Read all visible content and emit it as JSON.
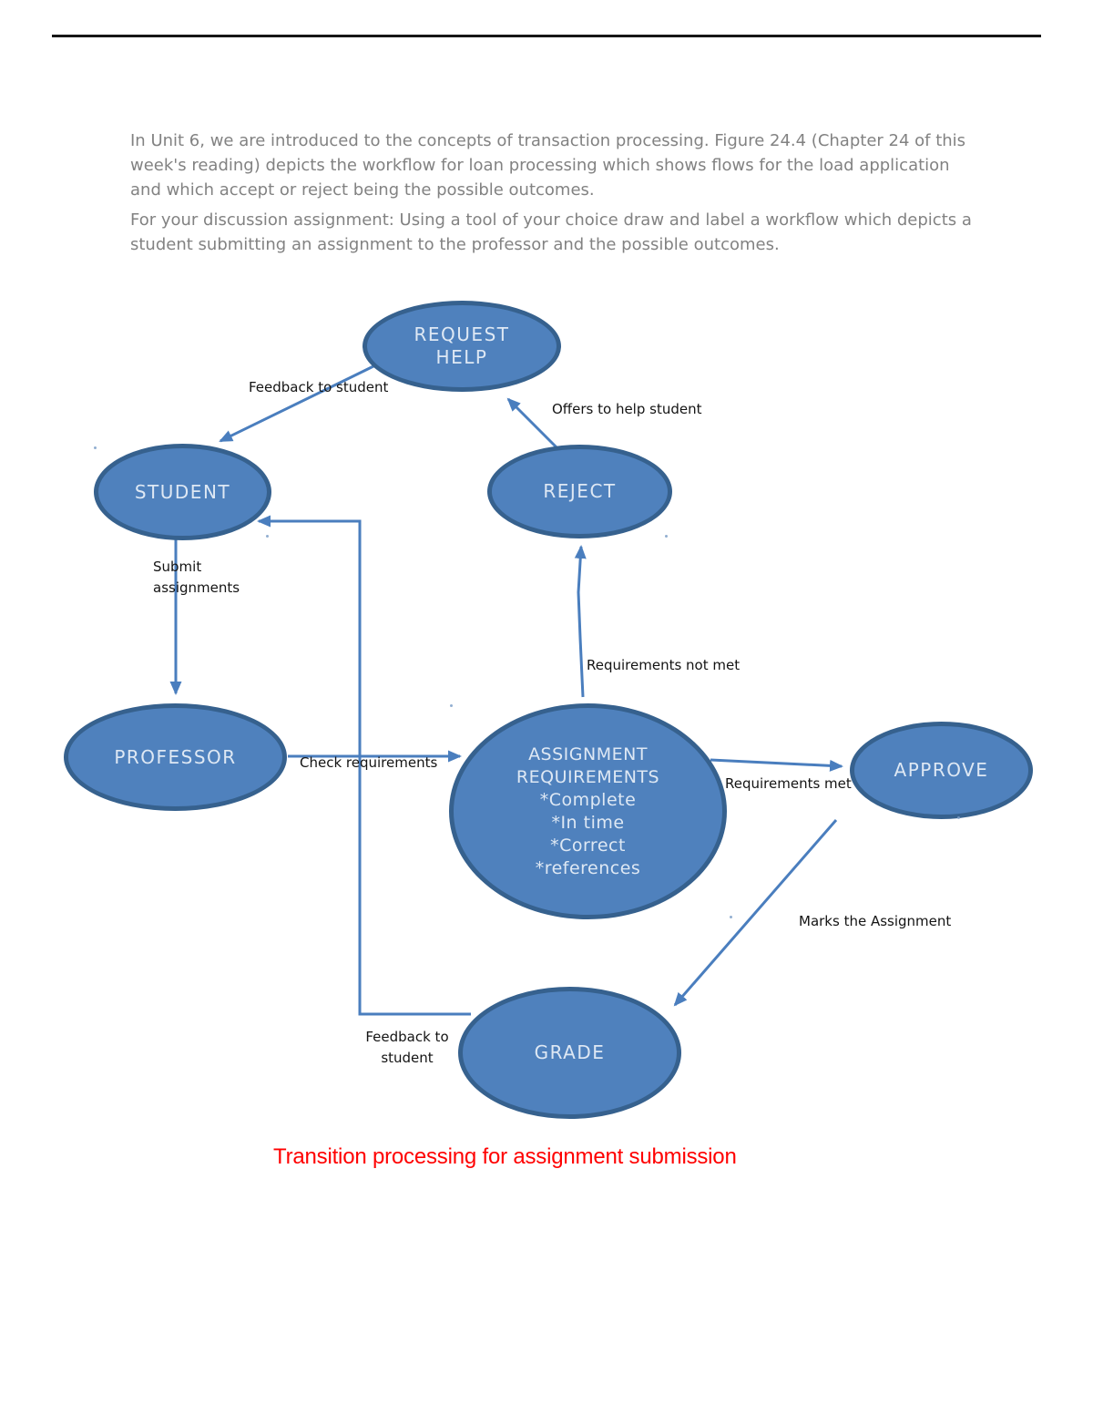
{
  "document": {
    "paragraph_1": "In Unit 6, we are introduced to the concepts of transaction processing. Figure 24.4 (Chapter 24 of this week's reading) depicts the workflow for loan processing which shows flows for the load application and which accept or reject being the possible outcomes.",
    "paragraph_2": "For your discussion assignment: Using a tool of your choice draw and label a workflow which depicts a student submitting an assignment to the professor and the possible outcomes.",
    "caption": "Transition processing for assignment submission"
  },
  "diagram": {
    "nodes": {
      "request_help": "REQUEST\nHELP",
      "student": "STUDENT",
      "reject": "REJECT",
      "professor": "PROFESSOR",
      "assignment_requirements": "ASSIGNMENT\nREQUIREMENTS\n*Complete\n*In time\n*Correct\n*references",
      "approve": "APPROVE",
      "grade": "GRADE"
    },
    "edges": {
      "feedback_to_student_top": "Feedback to student",
      "offers_to_help_student": "Offers to help student",
      "submit_assignments": "Submit\nassignments",
      "check_requirements": "Check requirements",
      "requirements_not_met": "Requirements not met",
      "requirements_met": "Requirements met",
      "marks_the_assignment": "Marks the Assignment",
      "feedback_to_student_bottom": "Feedback to\nstudent"
    },
    "colors": {
      "node_fill": "#4F81BD",
      "node_border": "#36618E",
      "arrow": "#4A7EBE",
      "caption_text": "#FF0000",
      "body_text": "#828282",
      "label_text": "#141414"
    }
  }
}
